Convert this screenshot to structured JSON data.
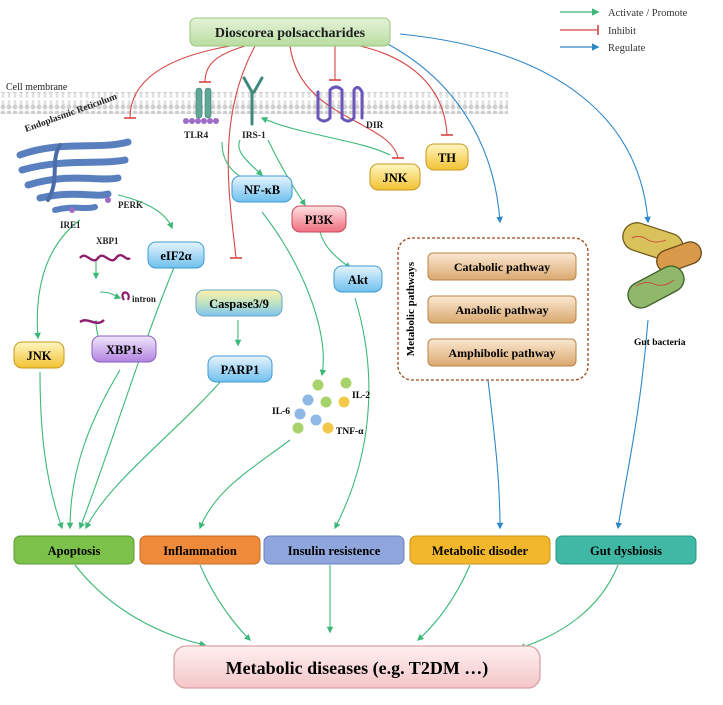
{
  "title": "Dioscorea polsaccharides",
  "legend": {
    "activate": "Activate / Promote",
    "inhibit": "Inhibit",
    "regulate": "Regulate",
    "colors": {
      "activate": "#3cb878",
      "inhibit": "#d64545",
      "regulate": "#2f87c8"
    }
  },
  "membrane": {
    "label": "Cell membrane",
    "receptors": {
      "tlr4": "TLR4",
      "irs1": "IRS-1",
      "dir": "DIR"
    }
  },
  "er": {
    "label": "Endoplasmic Reticulum",
    "perk": "PERK",
    "ire1": "IRE1",
    "xbp1": "XBP1",
    "intron": "intron"
  },
  "nodes": {
    "th": "TH",
    "jnk_right": "JNK",
    "nfkb": "NF-κB",
    "pi3k": "PI3K",
    "akt": "Akt",
    "eif2a": "eIF2α",
    "caspase": "Caspase3/9",
    "parp1": "PARP1",
    "jnk_left": "JNK",
    "xbp1s": "XBP1s"
  },
  "cytokines": {
    "il6": "IL-6",
    "il2": "IL-2",
    "tnfa": "TNF-α"
  },
  "metabolic": {
    "label": "Metabolic pathways",
    "catabolic": "Catabolic pathway",
    "anabolic": "Anabolic pathway",
    "amphibolic": "Amphibolic pathway"
  },
  "gut_bacteria": "Gut bacteria",
  "outcomes": {
    "apoptosis": "Apoptosis",
    "inflammation": "Inflammation",
    "insulin": "Insulin resistence",
    "metabolic": "Metabolic disoder",
    "gut": "Gut dysbiosis"
  },
  "final": "Metabolic diseases (e.g. T2DM …)"
}
